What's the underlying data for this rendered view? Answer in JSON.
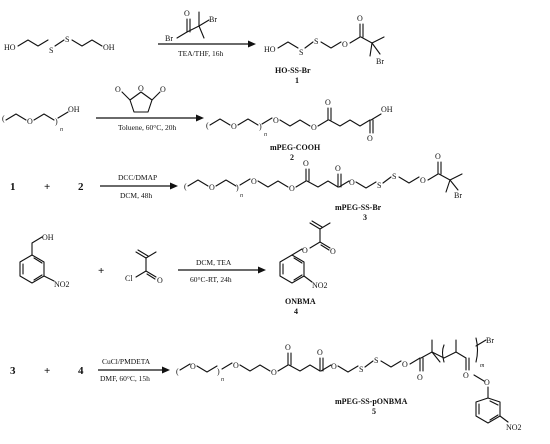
{
  "reactions": [
    {
      "reagent_label": "Br / Br acyl bromide",
      "reagent_atoms": [
        "Br",
        "O",
        "Br"
      ],
      "conditions": "TEA/THF, 16h",
      "reactant_atoms": [
        "HO",
        "S",
        "S",
        "OH"
      ],
      "product_atoms": [
        "HO",
        "S",
        "S",
        "O",
        "O",
        "Br"
      ],
      "product_name": "HO-SS-Br",
      "product_number": "1"
    },
    {
      "reagent_atoms": [
        "O",
        "O",
        "O"
      ],
      "conditions": "Toluene, 60°C, 20h",
      "reactant_atoms": [
        "O",
        "OH"
      ],
      "reactant_subscript": "n",
      "product_atoms": [
        "O",
        "O",
        "O",
        "O",
        "OH"
      ],
      "product_subscript": "n",
      "product_name": "mPEG-COOH",
      "product_number": "2"
    },
    {
      "left": "1",
      "plus": "+",
      "right": "2",
      "conditions_top": "DCC/DMAP",
      "conditions_bottom": "DCM, 48h",
      "product_atoms": [
        "O",
        "O",
        "O",
        "O",
        "O",
        "S",
        "S",
        "O",
        "O",
        "Br"
      ],
      "product_subscript": "n",
      "product_name": "mPEG-SS-Br",
      "product_number": "3"
    },
    {
      "reactant_atoms": [
        "OH",
        "NO2"
      ],
      "plus": "+",
      "reagent_atoms": [
        "Cl",
        "O"
      ],
      "conditions_top": "DCM, TEA",
      "conditions_bottom": "60°C-RT, 24h",
      "product_atoms": [
        "O",
        "O",
        "NO2"
      ],
      "product_name": "ONBMA",
      "product_number": "4"
    },
    {
      "left": "3",
      "plus": "+",
      "right": "4",
      "conditions_top": "CuCl/PMDETA",
      "conditions_bottom": "DMF, 60°C, 15h",
      "product_atoms": [
        "O",
        "O",
        "O",
        "O",
        "O",
        "S",
        "S",
        "O",
        "O",
        "Br",
        "O",
        "O",
        "NO2"
      ],
      "product_subscript_n": "n",
      "product_subscript_m": "m",
      "product_name": "mPEG-SS-pONBMA",
      "product_number": "5"
    }
  ]
}
